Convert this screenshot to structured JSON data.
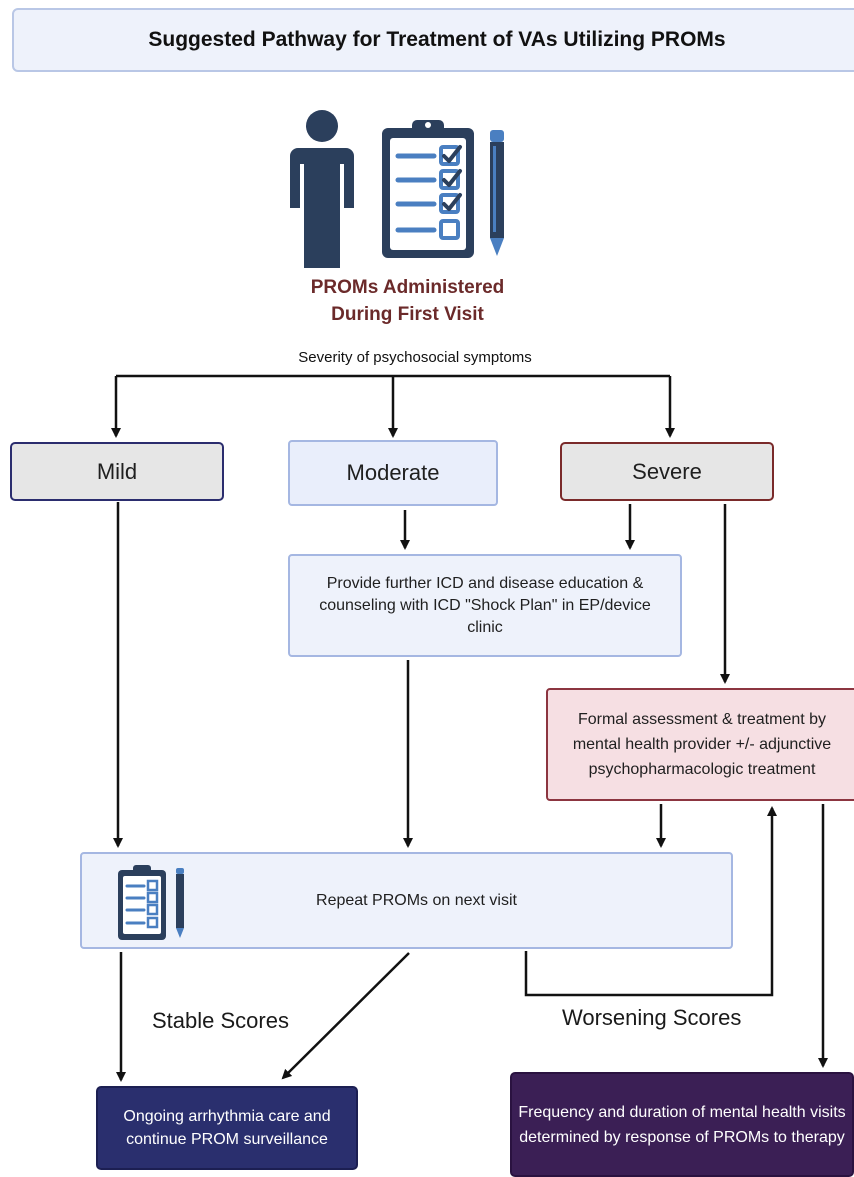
{
  "title": "Suggested Pathway for Treatment of VAs Utilizing PROMs",
  "proms_administered": {
    "line1": "PROMs Administered",
    "line2": "During First Visit"
  },
  "severity_label": "Severity of psychosocial symptoms",
  "levels": {
    "mild": "Mild",
    "moderate": "Moderate",
    "severe": "Severe"
  },
  "education": "Provide further ICD and disease education & counseling  with ICD \"Shock Plan\" in EP/device clinic",
  "assessment": "Formal assessment & treatment  by mental health provider  +/- adjunctive psychopharmacologic treatment",
  "repeat": "Repeat PROMs on next visit",
  "stable_scores": "Stable Scores",
  "worsening_scores": "Worsening Scores",
  "ongoing": "Ongoing arrhythmia care and continue PROM surveillance",
  "frequency": "Frequency and duration of mental health visits determined  by response of PROMs to therapy",
  "icons": [
    "person-icon",
    "clipboard-checklist-icon",
    "pen-icon",
    "small-clipboard-icon",
    "small-pen-icon"
  ],
  "colors": {
    "icon_navy": "#2b3f5c",
    "icon_blue": "#4a7fc1",
    "proms_label": "#6b2a2a",
    "ongoing_fill": "#2a2f6e",
    "frequency_fill": "#3b1f55",
    "assessment_fill": "#f6dfe3"
  }
}
